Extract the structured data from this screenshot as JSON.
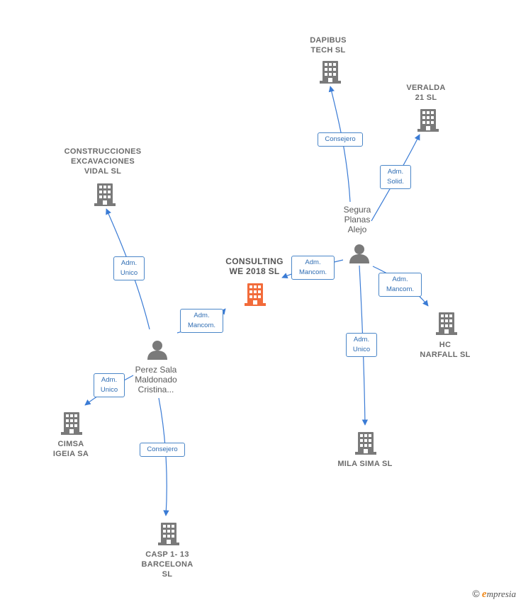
{
  "colors": {
    "edge": "#3a7bd5",
    "company": "#7a7a7a",
    "main_company": "#f26b3a",
    "person": "#7a7a7a"
  },
  "companies": {
    "dapibus": "DAPIBUS\nTECH  SL",
    "veralda": "VERALDA\n21  SL",
    "construcciones": "CONSTRUCCIONES\nEXCAVACIONES\nVIDAL SL",
    "consulting": "CONSULTING\nWE 2018  SL",
    "hc": "HC\nNARFALL SL",
    "cimsa": "CIMSA\nIGEIA SA",
    "mila": "MILA SIMA  SL",
    "casp": "CASP 1- 13\nBARCELONA\nSL"
  },
  "persons": {
    "segura": "Segura\nPlanas\nAlejo",
    "perez": "Perez Sala\nMaldonado\nCristina..."
  },
  "relations": {
    "consejero_dapibus": "Consejero",
    "adm_solid_veralda": "Adm.\nSolid.",
    "adm_mancom_consulting_segura": "Adm.\nMancom.",
    "adm_mancom_hc": "Adm.\nMancom.",
    "adm_unico_mila": "Adm.\nUnico",
    "adm_unico_construcciones": "Adm.\nUnico",
    "adm_mancom_consulting_perez": "Adm.\nMancom.",
    "adm_unico_cimsa": "Adm.\nUnico",
    "consejero_casp": "Consejero"
  },
  "footer": {
    "copyright": "©",
    "brand_initial": "e",
    "brand_rest": "mpresia"
  }
}
